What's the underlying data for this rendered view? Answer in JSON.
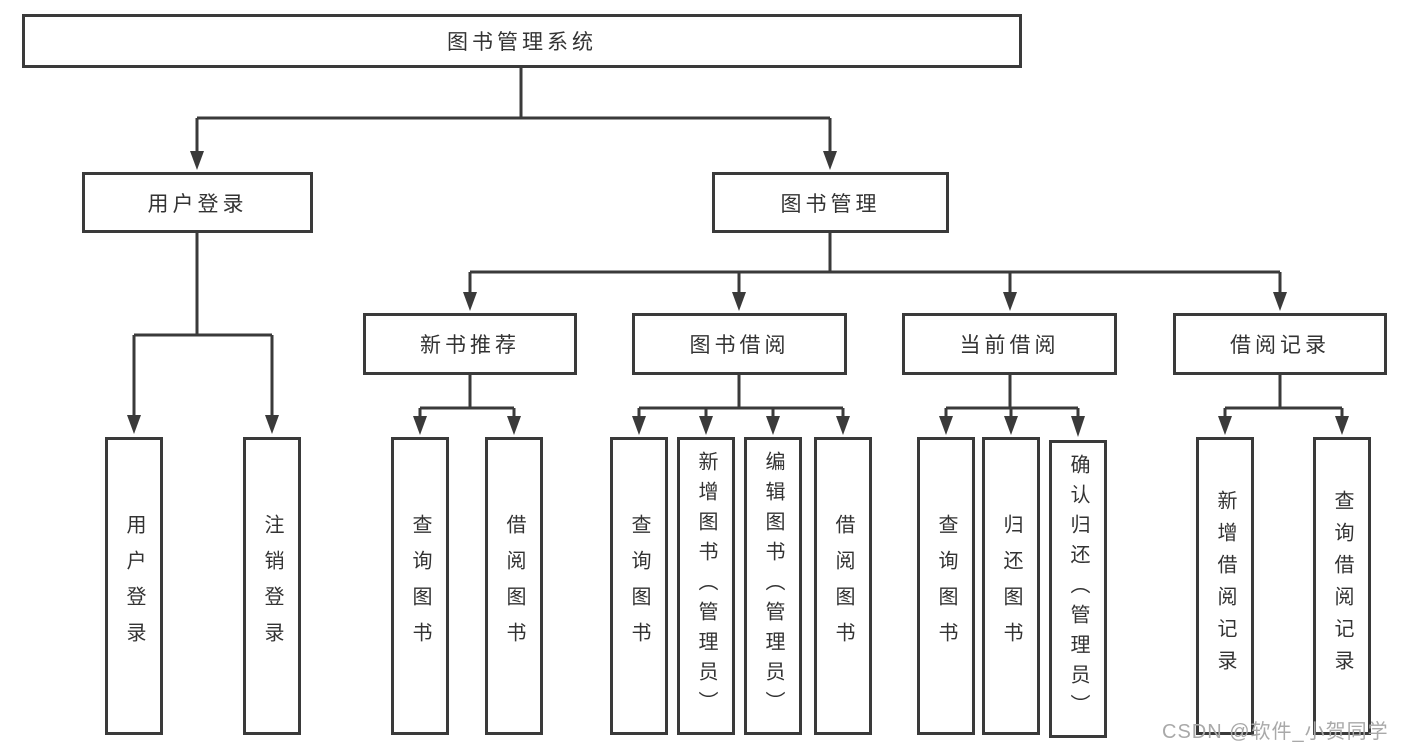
{
  "diagram": {
    "root": {
      "label": "图书管理系统"
    },
    "level2": [
      {
        "label": "用户登录"
      },
      {
        "label": "图书管理"
      }
    ],
    "level3": [
      {
        "label": "新书推荐"
      },
      {
        "label": "图书借阅"
      },
      {
        "label": "当前借阅"
      },
      {
        "label": "借阅记录"
      }
    ],
    "leaves": [
      {
        "label": "用户登录"
      },
      {
        "label": "注销登录"
      },
      {
        "label": "查询图书"
      },
      {
        "label": "借阅图书"
      },
      {
        "label": "查询图书"
      },
      {
        "label": "新增图书（管理员）"
      },
      {
        "label": "编辑图书（管理员）"
      },
      {
        "label": "借阅图书"
      },
      {
        "label": "查询图书"
      },
      {
        "label": "归还图书"
      },
      {
        "label": "确认归还（管理员）"
      },
      {
        "label": "新增借阅记录"
      },
      {
        "label": "查询借阅记录"
      }
    ]
  },
  "watermark": "CSDN @软件_小贺同学",
  "colors": {
    "line": "#3a3a3a",
    "text": "#333333",
    "watermark": "#a9a9a9",
    "background": "#ffffff"
  }
}
